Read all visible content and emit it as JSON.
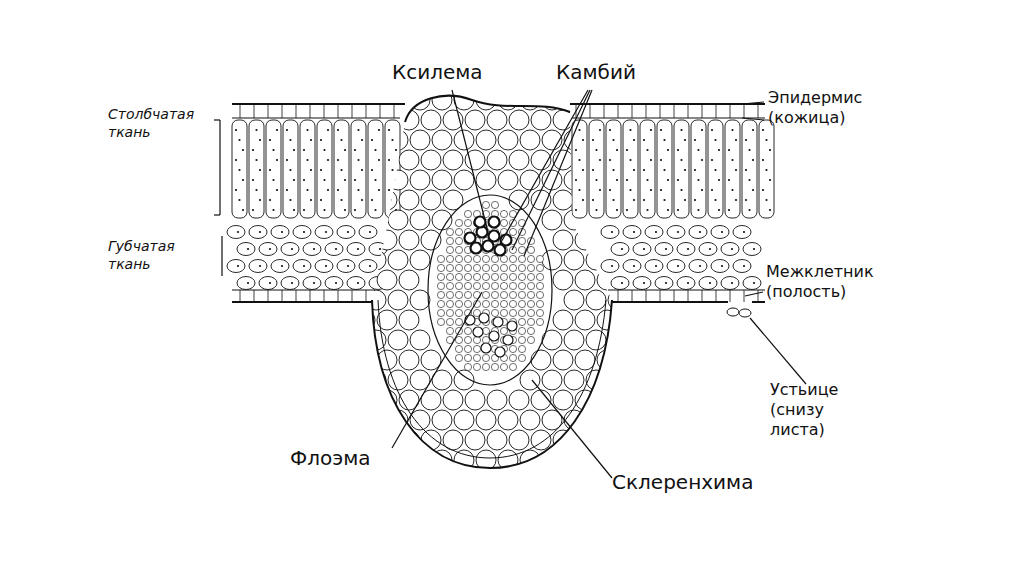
{
  "diagram": {
    "labels": [
      "Ксилема",
      "Камбий",
      "Столбчатая ткань",
      "Эпидермис (кожица)",
      "Губчатая ткань",
      "Межклетник (полость)",
      "Устьице (снизу листа)",
      "Флоэма",
      "Склеренхима"
    ]
  }
}
